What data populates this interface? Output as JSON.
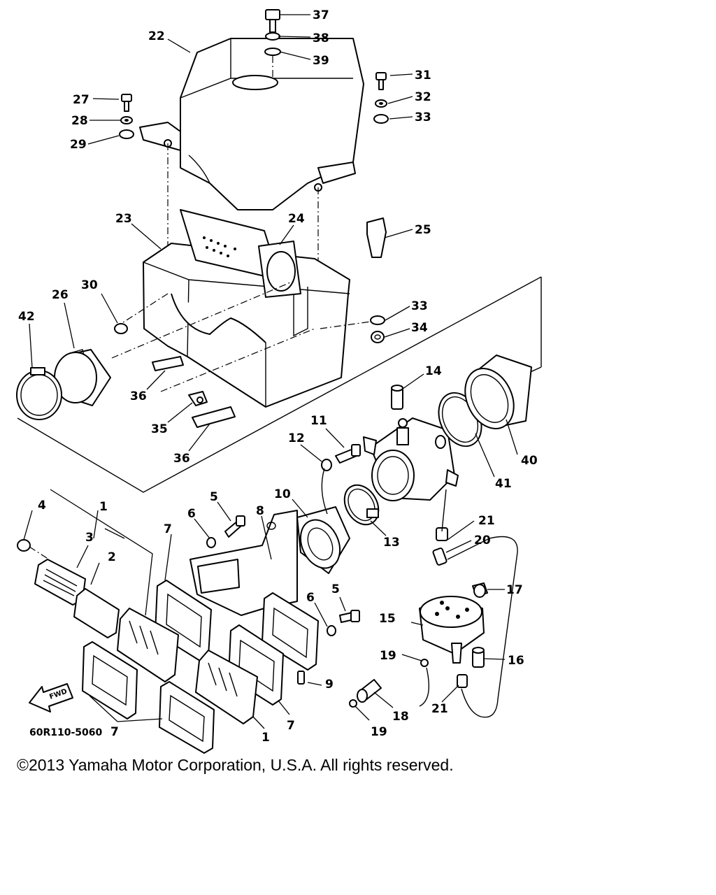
{
  "diagram": {
    "part_code": "60R110-5060",
    "fwd_label": "FWD",
    "copyright": "©2013 Yamaha Motor Corporation, U.S.A. All rights reserved.",
    "callouts": {
      "c1a": "1",
      "c1b": "1",
      "c2": "2",
      "c3": "3",
      "c4": "4",
      "c5a": "5",
      "c5b": "5",
      "c6a": "6",
      "c6b": "6",
      "c7a": "7",
      "c7b": "7",
      "c7c": "7",
      "c8": "8",
      "c9": "9",
      "c10": "10",
      "c11": "11",
      "c12": "12",
      "c13": "13",
      "c14": "14",
      "c15": "15",
      "c16": "16",
      "c17": "17",
      "c18": "18",
      "c19a": "19",
      "c19b": "19",
      "c20": "20",
      "c21a": "21",
      "c21b": "21",
      "c22": "22",
      "c23": "23",
      "c24": "24",
      "c25": "25",
      "c26": "26",
      "c27": "27",
      "c28": "28",
      "c29": "29",
      "c30": "30",
      "c31": "31",
      "c32": "32",
      "c33a": "33",
      "c33b": "33",
      "c34": "34",
      "c35": "35",
      "c36a": "36",
      "c36b": "36",
      "c37": "37",
      "c38": "38",
      "c39": "39",
      "c40": "40",
      "c41": "41",
      "c42": "42"
    }
  }
}
